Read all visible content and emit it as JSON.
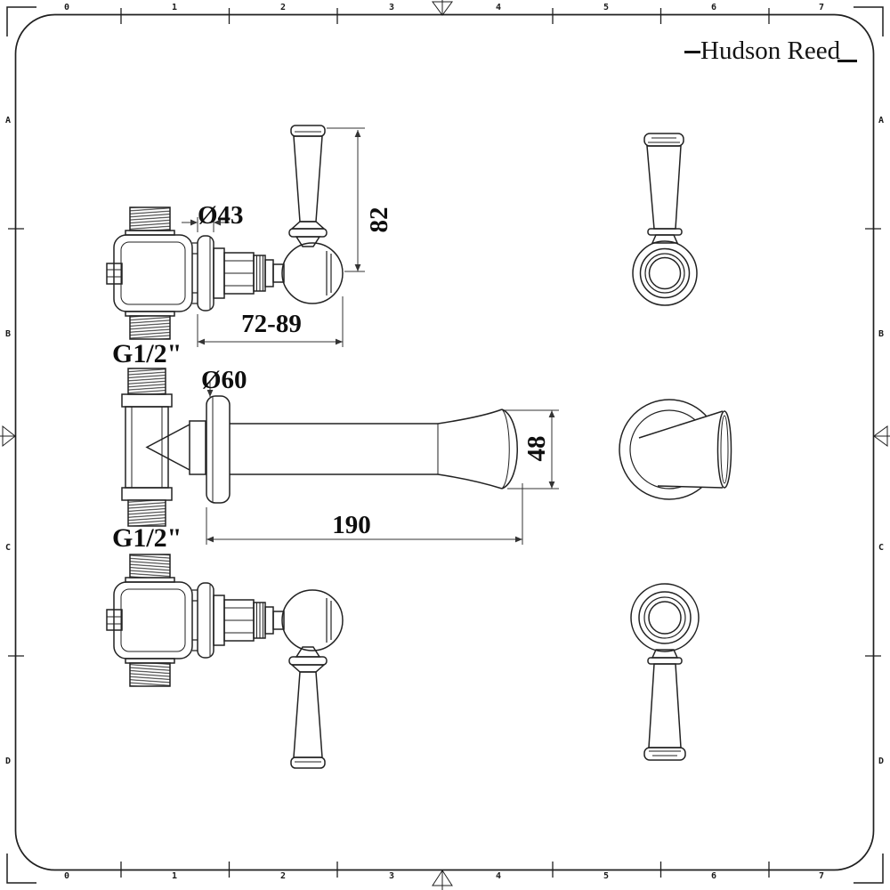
{
  "brand": {
    "logo_text": "Hudson Reed"
  },
  "ruler": {
    "top_numbers": [
      "0",
      "1",
      "2",
      "3",
      "4",
      "5",
      "6",
      "7"
    ],
    "bottom_numbers": [
      "0",
      "1",
      "2",
      "3",
      "4",
      "5",
      "6",
      "7"
    ],
    "left_letters": [
      "A",
      "B",
      "C",
      "D"
    ],
    "right_letters": [
      "A",
      "B",
      "C",
      "D"
    ]
  },
  "dimensions": {
    "valve_flange_diameter": "Ø43",
    "valve_handle_length": "82",
    "valve_projection": "72-89",
    "valve_thread": "G1/2\"",
    "spout_flange_diameter": "Ø60",
    "spout_length": "190",
    "spout_outlet_diameter": "48",
    "spout_thread": "G1/2\""
  },
  "colors": {
    "ink": "#1f1f1f",
    "background": "#ffffff"
  }
}
